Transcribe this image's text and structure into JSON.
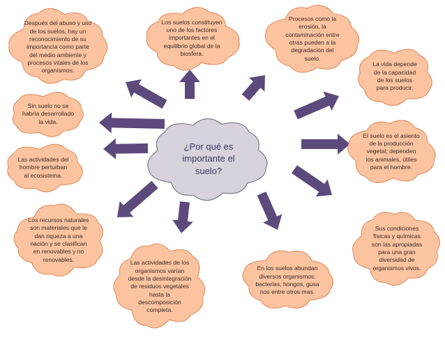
{
  "center": {
    "text": "¿Por qué es\nimportante el\nsuelo?"
  },
  "bubbles": [
    {
      "id": "abuso",
      "text": "Después del abuso y uso\nde los suelos, hay un\nreconocimiento de su\nimportancia como parte\ndel medio ambiente y\nprocesos vitales de los\norganismos."
    },
    {
      "id": "factores",
      "text": "Los suelos constituyen\nuno de los factores\nimportantes en el\nequilibrio global de la\nbiosfera."
    },
    {
      "id": "procesos",
      "text": "Procesos como la\nerosión, la\ncontaminación entre\notras pueden a la\ndegradación del\nsuelo."
    },
    {
      "id": "vida-depende",
      "text": "La vida depende\nde la capacidad\nde los suelos\npara producir."
    },
    {
      "id": "sin-suelo",
      "text": "Sin suelo no se\nhabría desarrollado\nla vida."
    },
    {
      "id": "asiento",
      "text": "El suelo es el asiento\nde la producción\nvegetal; dependen\nlos animales, útiles\npara el hombre."
    },
    {
      "id": "actividades-hombre",
      "text": "Las actividades del\nhombre perturban\nal ecosistema."
    },
    {
      "id": "recursos",
      "text": "Los recursos naturales\nson materiales que le\ndan riqueza a una\nnación y se clasifican\nen renovables y no\nrenovables."
    },
    {
      "id": "condiciones",
      "text": "Sus condiciones\nfísicas y químicas\nson las apropiadas\npara una gran\ndiversidad de\norganismos vivos."
    },
    {
      "id": "actividades-organismos",
      "text": "Las actividades de los\norganismos varían\ndesde la desintegración\nde residuos vegetales\nhasta la\ndescomposición\ncompleta."
    },
    {
      "id": "abundan",
      "text": "En los suelos abundan\ndiversos organismos:\nbacterias, hongos, gusa\nnos entre otros mas."
    }
  ],
  "colors": {
    "bubble_fill": "#fbc39f",
    "bubble_stroke": "#e4956b",
    "center_fill": "#d7d2dc",
    "center_stroke": "#7d7a86",
    "arrow_fill": "#5d4a7c"
  }
}
